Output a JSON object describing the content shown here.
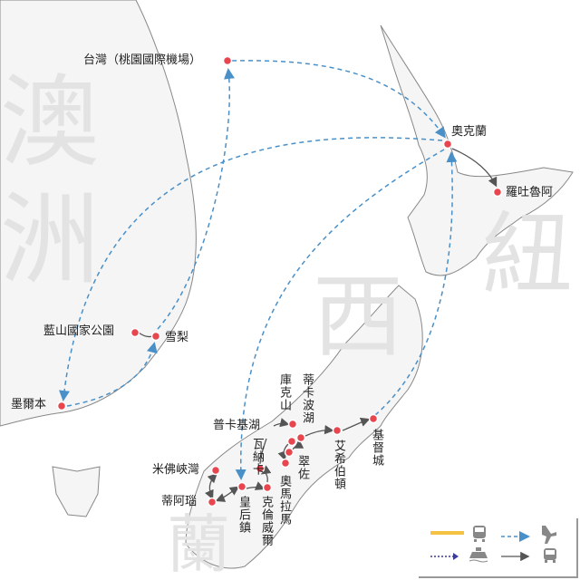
{
  "watermarks": {
    "australia": "澳洲",
    "newzealand_left": "西",
    "newzealand_mid": "蘭",
    "newzealand_right": "紐"
  },
  "places": {
    "taiwan": "台灣（桃園國際機場）",
    "auckland": "奧克蘭",
    "rotorua": "羅吐魯阿",
    "sydney": "雪梨",
    "blue_mountains": "藍山國家公園",
    "melbourne": "墨爾本",
    "lake_pukaki": "普卡基湖",
    "mount_cook": "庫克山",
    "lake_tekapo": "蒂卡波湖",
    "wanaka": "瓦納卡",
    "omarama": "奧馬拉馬",
    "twizel": "翠佐",
    "ashburton": "艾希伯頓",
    "christchurch": "基督城",
    "milford_sound": "米佛峽灣",
    "te_anau": "蒂阿瑙",
    "queenstown": "皇后鎮",
    "cromwell": "克倫威爾"
  },
  "legend": {
    "train": {
      "icon": "train-icon",
      "color": "#f5c242"
    },
    "flight": {
      "icon": "airplane-icon",
      "color": "#4a90c8"
    },
    "ferry": {
      "icon": "ferry-icon",
      "color": "#3c3c9c"
    },
    "bus": {
      "icon": "bus-icon",
      "color": "#555555"
    }
  },
  "colors": {
    "dot": "#e8464f",
    "land": "#f2f2f2",
    "coast": "#888888"
  }
}
